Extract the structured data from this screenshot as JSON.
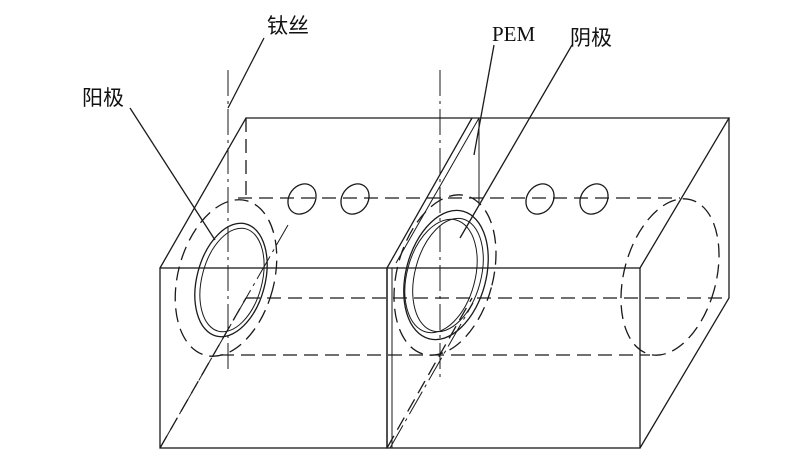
{
  "labels": {
    "anode": "阳极",
    "titanium_wire": "钛丝",
    "pem": "PEM",
    "cathode": "阴极"
  }
}
